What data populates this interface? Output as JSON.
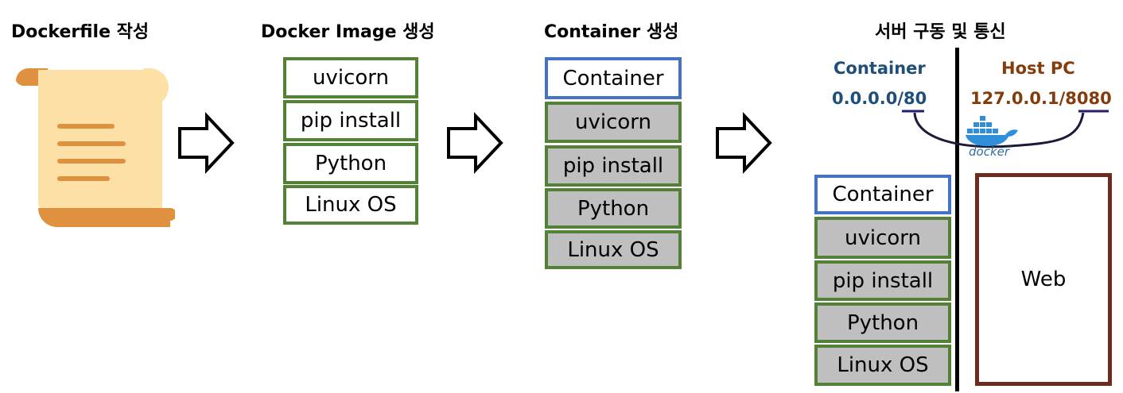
{
  "steps": {
    "dockerfile": {
      "title": "Dockerfile 작성"
    },
    "image": {
      "title": "Docker Image 생성",
      "layers": [
        "uvicorn",
        "pip install",
        "Python",
        "Linux OS"
      ]
    },
    "container": {
      "title": "Container 생성",
      "top": "Container",
      "layers": [
        "uvicorn",
        "pip install",
        "Python",
        "Linux OS"
      ]
    },
    "server": {
      "title": "서버 구동 및 통신",
      "container_label": "Container",
      "container_addr": "0.0.0.0/80",
      "host_label": "Host PC",
      "host_addr": "127.0.0.1/8080",
      "docker_logo": "docker",
      "container_top": "Container",
      "layers": [
        "uvicorn",
        "pip install",
        "Python",
        "Linux OS"
      ],
      "web": "Web"
    }
  },
  "colors": {
    "layer_border": "#538135",
    "container_border": "#4472c4",
    "gray_fill": "#bfbfbf",
    "container_label": "#1f4e79",
    "host_label": "#843c0c",
    "web_border": "#6d2b22",
    "docker_blue": "#2f8fd8",
    "scroll_light": "#fde0a5",
    "scroll_dark": "#e0913f"
  },
  "icons": [
    "scroll-icon",
    "arrow-right-icon",
    "docker-whale-icon"
  ]
}
